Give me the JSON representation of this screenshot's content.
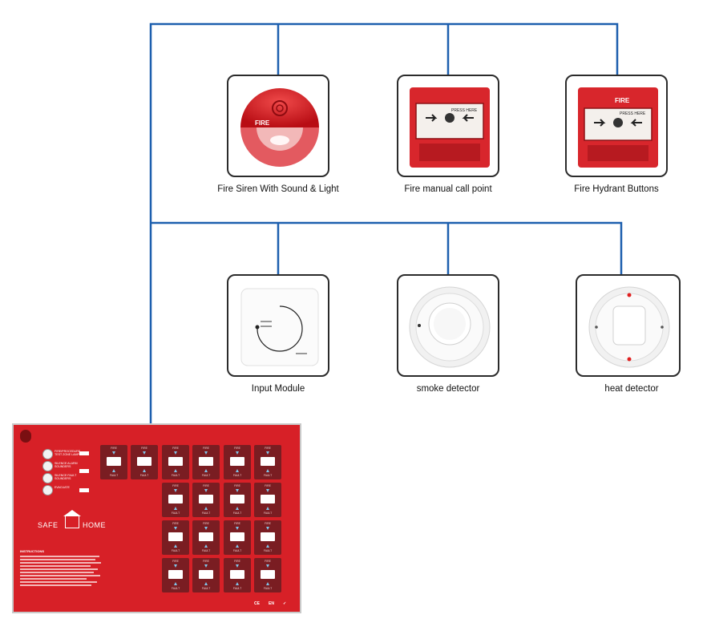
{
  "devices": [
    {
      "id": "siren",
      "label": "Fire Siren With Sound & Light",
      "device_text": "FIRE"
    },
    {
      "id": "call-point",
      "label": "Fire manual call point",
      "device_text": "PRESS HERE"
    },
    {
      "id": "hydrant",
      "label": "Fire Hydrant Buttons",
      "device_text": "FIRE",
      "device_text_2": "PRESS HERE"
    },
    {
      "id": "input-module",
      "label": "Input Module"
    },
    {
      "id": "smoke",
      "label": "smoke detector"
    },
    {
      "id": "heat",
      "label": "heat detector"
    }
  ],
  "panel": {
    "brand_left": "SAFE",
    "brand_right": "HOME",
    "fire_label": "FIRE",
    "fault_label": "FAULT",
    "instructions_title": "INSTRUCTIONS",
    "ce_mark": "CE",
    "en_mark": "EN",
    "status_items": [
      "FIRE/PROCEDURE TEST ZONE LAMPS",
      "SILENCE ALARM SOUNDERS",
      "SILENCE FAULT SOUNDERS",
      "EVACUATE"
    ]
  },
  "colors": {
    "wire": "#1d5fae",
    "panel_red": "#d72027",
    "zone_dark": "#7a1d22",
    "device_red": "#d8262c"
  }
}
